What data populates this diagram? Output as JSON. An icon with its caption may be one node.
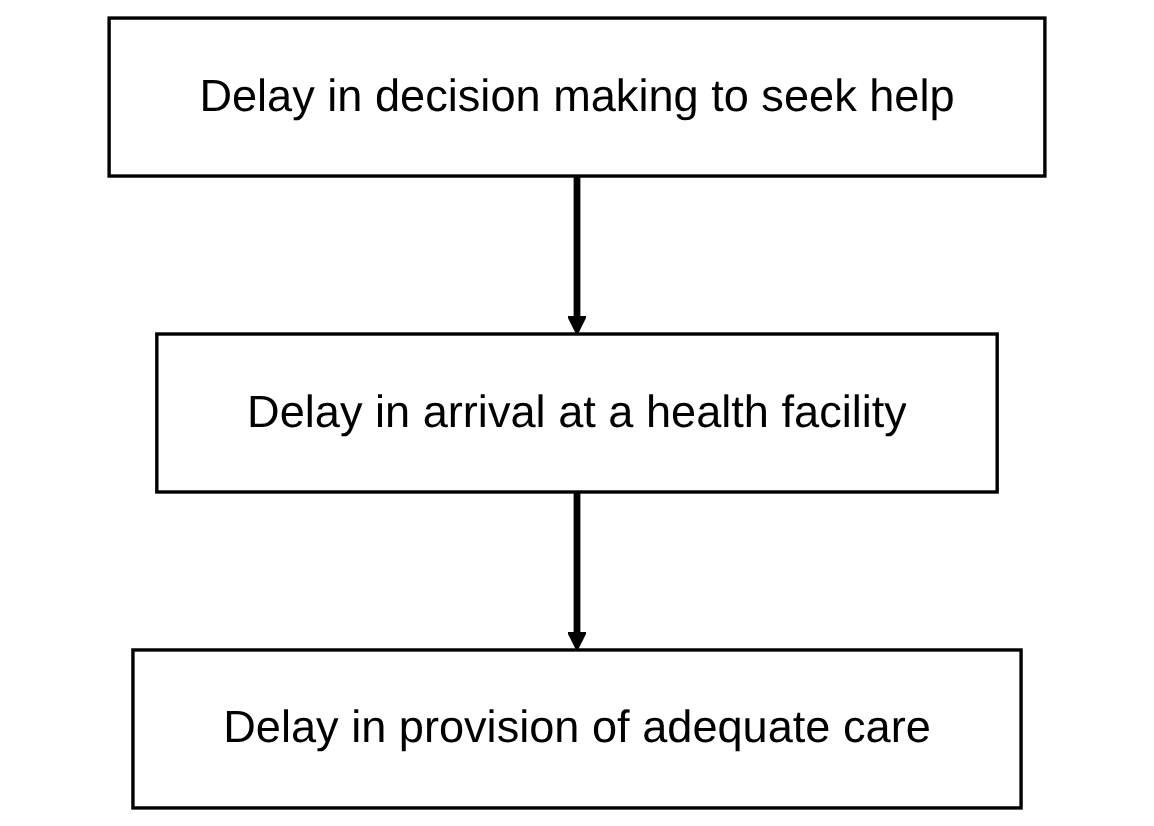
{
  "diagram": {
    "nodes": [
      {
        "text": [
          "Delay in decision making to seek help"
        ]
      },
      {
        "text": [
          "Delay in arrival at a health facility"
        ]
      },
      {
        "text": [
          "Delay in provision of adequate care"
        ]
      }
    ],
    "edges": [
      {
        "from": 0,
        "to": 1,
        "arrow": "to"
      },
      {
        "from": 1,
        "to": 2,
        "arrow": "to"
      }
    ]
  }
}
